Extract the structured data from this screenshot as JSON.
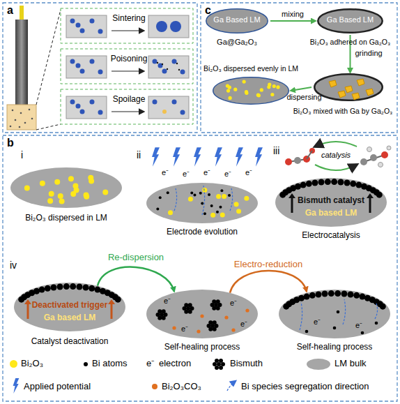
{
  "diagram": {
    "nodes": [
      {
        "text": [
          "Ga Based LM",
          "Ga@Ga₂O₃"
        ]
      },
      {
        "text": [
          "Ga Based LM",
          "Bi₂O₃ adhered on Ga₂O₃"
        ]
      },
      {
        "text": [
          "Bi₂O₃ mixed with Ga by Ga₂O₃"
        ]
      },
      {
        "text": [
          "Bi₂O₃ dispersed evenly in LM"
        ]
      },
      {
        "text": [
          "Bi₂O₃ dispersed in LM"
        ]
      },
      {
        "text": [
          "Electrode evolution"
        ]
      },
      {
        "text": [
          "Bismuth catalyst",
          "Ga based LM",
          "Electrocatalysis"
        ]
      },
      {
        "text": [
          "Deactivated trigger",
          "Ga based LM",
          "Catalyst deactivation"
        ]
      },
      {
        "text": [
          "Self-healing process"
        ]
      },
      {
        "text": [
          "Self-healing process"
        ]
      }
    ],
    "edges": [
      {
        "from": 0,
        "to": 1,
        "label": "mixing",
        "arrow": "to"
      },
      {
        "from": 1,
        "to": 2,
        "label": "grinding",
        "arrow": "to"
      },
      {
        "from": 2,
        "to": 3,
        "label": "dispersing",
        "arrow": "to"
      },
      {
        "from": 7,
        "to": 8,
        "label": "Re-dispersion",
        "arrow": "to"
      },
      {
        "from": 8,
        "to": 9,
        "label": "Electro-reduction",
        "arrow": "to"
      }
    ],
    "labels": [
      "a",
      "c",
      "b",
      "Sintering",
      "Poisoning",
      "Spoilage",
      "i",
      "ii",
      "iii",
      "catalysis",
      "iv",
      "e⁻",
      "e⁻",
      "e⁻",
      "e⁻",
      "e⁻",
      "e⁻",
      "e⁻",
      "e⁻",
      "e⁻",
      "e⁻",
      "e⁻",
      "e⁻"
    ],
    "legend": [
      {
        "text": "Bi₂O₃",
        "color": "#ffe81a"
      },
      {
        "text": "Bi atoms",
        "color": "#000000"
      },
      {
        "text": "electron"
      },
      {
        "text": "Bismuth"
      },
      {
        "text": "LM bulk",
        "color": "#a6a6a6"
      },
      {
        "text": "Applied potential"
      },
      {
        "text": "Bi₂O₃CO₃",
        "color": "#e07020"
      },
      {
        "text": "Bi species segregation direction"
      }
    ]
  }
}
